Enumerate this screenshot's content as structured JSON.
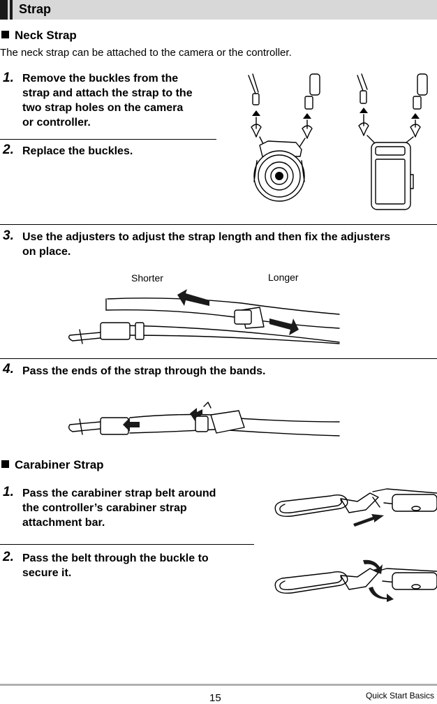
{
  "header": {
    "title": "Strap"
  },
  "neck": {
    "title": "Neck Strap",
    "intro": "The neck strap can be attached to the camera or the controller.",
    "steps": [
      {
        "num": "1.",
        "lines": [
          "Remove the buckles from the",
          "strap and attach the strap to the",
          "two strap holes on the camera",
          "or controller."
        ]
      },
      {
        "num": "2.",
        "lines": [
          "Replace the buckles."
        ]
      },
      {
        "num": "3.",
        "lines": [
          "Use the adjusters to adjust the strap length and then fix the adjusters",
          "on place."
        ]
      },
      {
        "num": "4.",
        "lines": [
          "Pass the ends of the strap through the bands."
        ]
      }
    ],
    "labels": {
      "shorter": "Shorter",
      "longer": "Longer"
    }
  },
  "carabiner": {
    "title": "Carabiner Strap",
    "steps": [
      {
        "num": "1.",
        "lines": [
          "Pass the carabiner strap belt around",
          "the controller’s carabiner strap",
          "attachment bar."
        ]
      },
      {
        "num": "2.",
        "lines": [
          "Pass the belt through the buckle to",
          "secure it."
        ]
      }
    ]
  },
  "footer": {
    "page": "15",
    "section": "Quick Start Basics"
  }
}
